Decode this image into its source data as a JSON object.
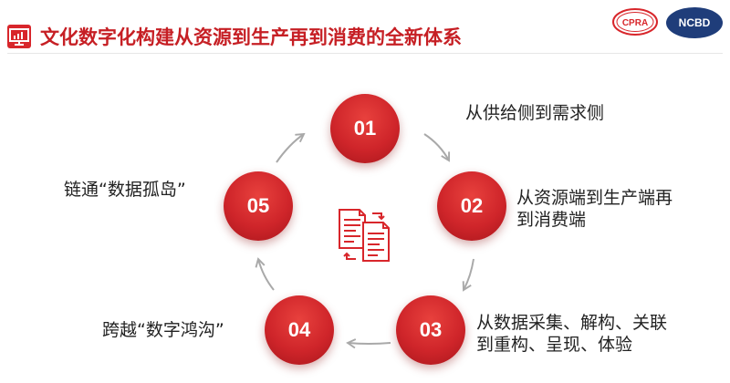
{
  "header": {
    "title": "文化数字化构建从资源到生产再到消费的全新体系",
    "logo_left_text": "CPRA",
    "logo_right_text": "NCBD"
  },
  "colors": {
    "accent": "#d8262b",
    "node": "#cf252a",
    "arrow": "#a9a9a9",
    "logo_navy": "#1f3d7a"
  },
  "diagram": {
    "steps": [
      {
        "number": "01",
        "lines": [
          "从供给侧到需求侧"
        ]
      },
      {
        "number": "02",
        "lines": [
          "从资源端到生产端再",
          "到消费端"
        ]
      },
      {
        "number": "03",
        "lines": [
          "从数据采集、解构、关联",
          "到重构、呈现、体验"
        ]
      },
      {
        "number": "04",
        "lines": [
          "跨越“数字鸿沟”"
        ]
      },
      {
        "number": "05",
        "lines": [
          "链通“数据孤岛”"
        ]
      }
    ],
    "center_icon": "document-exchange-icon"
  }
}
